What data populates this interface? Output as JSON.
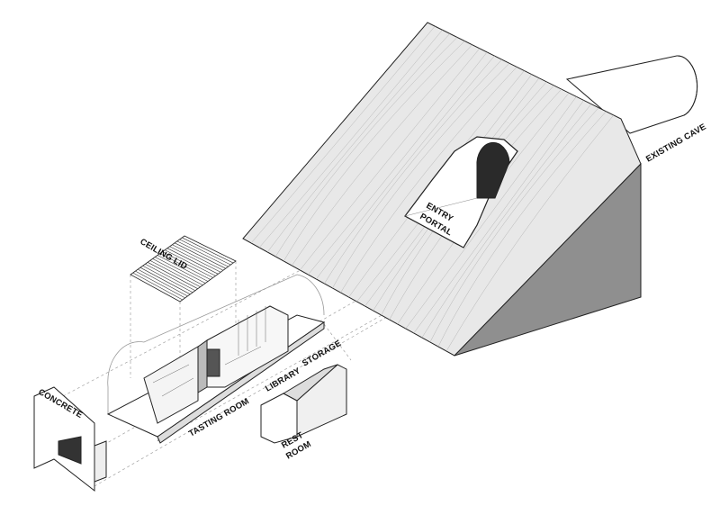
{
  "labels": {
    "ceiling_lid": "CEILING LID",
    "existing_cave": "EXISTING CAVE",
    "entry": "ENTRY",
    "portal": "PORTAL",
    "concrete": "CONCRETE",
    "tasting_room": "TASTING ROOM",
    "library": "LIBRARY",
    "storage": "STORAGE",
    "rest": "REST",
    "room": "ROOM"
  },
  "colors": {
    "hill_surface": "#e6e6e6",
    "hill_side": "#8f8f8f",
    "cave_interior": "#2a2a2a",
    "line": "#222222",
    "dashed": "#9a9a9a"
  }
}
